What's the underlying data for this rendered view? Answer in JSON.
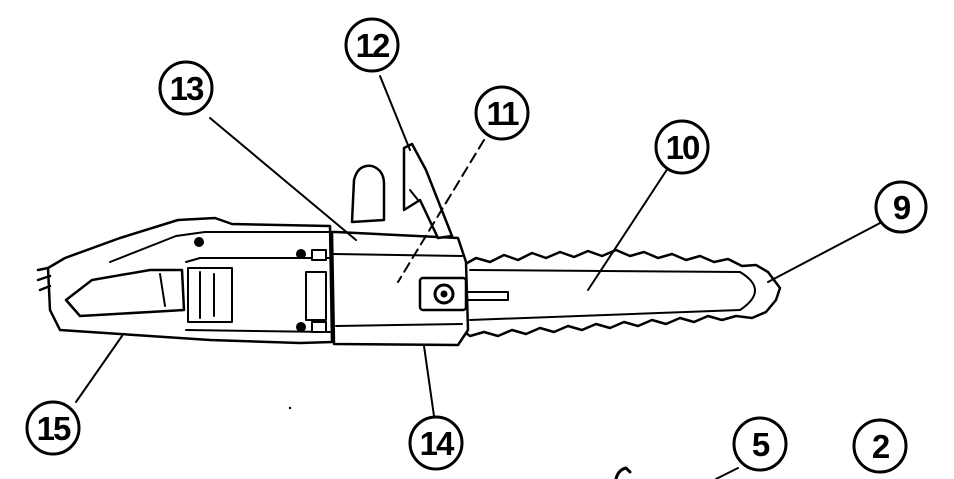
{
  "callouts": [
    {
      "id": "c9",
      "label": "9"
    },
    {
      "id": "c10",
      "label": "10"
    },
    {
      "id": "c11",
      "label": "11"
    },
    {
      "id": "c12",
      "label": "12"
    },
    {
      "id": "c13",
      "label": "13"
    },
    {
      "id": "c14",
      "label": "14"
    },
    {
      "id": "c15",
      "label": "15"
    },
    {
      "id": "c5",
      "label": "5"
    },
    {
      "id": "c2",
      "label": "2"
    }
  ],
  "colors": {
    "ink": "#000000",
    "paper": "#ffffff"
  }
}
